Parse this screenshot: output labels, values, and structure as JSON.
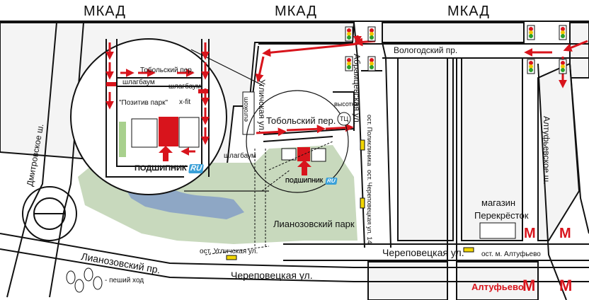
{
  "roads": {
    "mkad": "МКАД",
    "dmitrovskoe": "Дмитровское ш.",
    "lianozovsky": "Лианозовский пр.",
    "cherepovetskaya": "Череповецкая ул.",
    "abramtsevskaya": "Абрамцевская ул.",
    "altufevskoe": "Алтуфьевское ш.",
    "vologodsky": "Вологодский пр.",
    "uglichskaya": "Угличская ул.",
    "tobolsky": "Тобольский пер."
  },
  "places": {
    "park": "Лианозовский парк",
    "shop_line1": "магазин",
    "shop_line2": "Перекрёсток",
    "station": "Алтуфьево",
    "metro_letter": "М",
    "evrokom": "eurokom",
    "vysotka": "высотка"
  },
  "stops": {
    "uglichskaya": "ост. Угличская ул.",
    "altufevo": "ост. м. Алтуфьево",
    "polikinika": "ост. Поликлиника",
    "cherep14": "ост. Череповецкая ул. 14"
  },
  "inset": {
    "tobolsky": "Тобольский пер.",
    "barrier1": "шлагбаум",
    "barrier2": "шлагбаум",
    "pozitiv": "\"Позитив парк\"",
    "xfit": "x-fit",
    "logo_text": "ПОДШИПНИК",
    "logo_ru": "RU"
  },
  "map_labels": {
    "barrier": "шлагбаум",
    "logo_text": "ПОДШИПНИК",
    "logo_ru": "RU",
    "tc": "ТЦ"
  },
  "legend": {
    "walk": "- пеший ход"
  },
  "colors": {
    "route_red": "#d8141c",
    "park_green": "#c8d9bd",
    "water_blue": "#8ea7c5",
    "road_gray": "#f2f2f2"
  }
}
